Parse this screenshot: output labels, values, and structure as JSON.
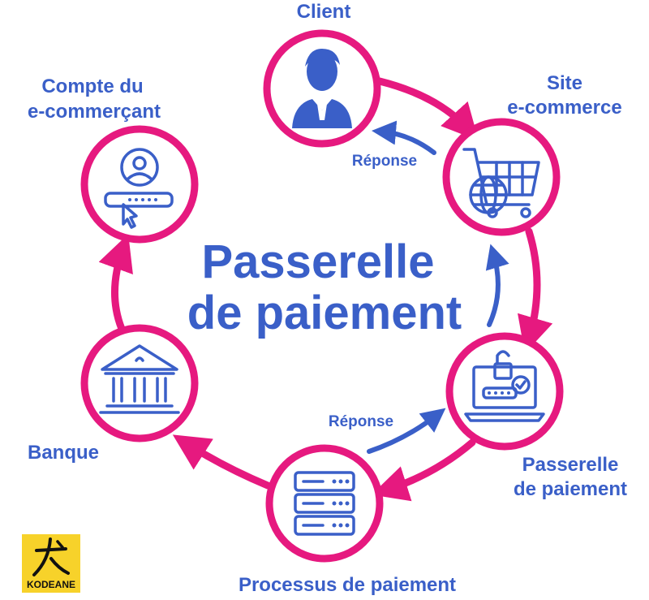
{
  "title": {
    "line1": "Passerelle",
    "line2": "de paiement"
  },
  "nodes": {
    "client": "Client",
    "site_line1": "Site",
    "site_line2": "e-commerce",
    "gateway_line1": "Passerelle",
    "gateway_line2": "de paiement",
    "processor": "Processus de paiement",
    "bank": "Banque",
    "merchant_line1": "Compte du",
    "merchant_line2": "e-commerçant"
  },
  "responses": {
    "top": "Réponse",
    "bottom": "Réponse"
  },
  "logo": {
    "text": "KODEANE"
  },
  "colors": {
    "accent": "#e6197f",
    "primary": "#3a5fc8",
    "logo_bg": "#f7d22a"
  },
  "icons": {
    "client": "person-icon",
    "site": "shopping-cart-globe-icon",
    "gateway": "laptop-lock-icon",
    "processor": "server-icon",
    "bank": "bank-icon",
    "merchant": "user-password-icon"
  }
}
